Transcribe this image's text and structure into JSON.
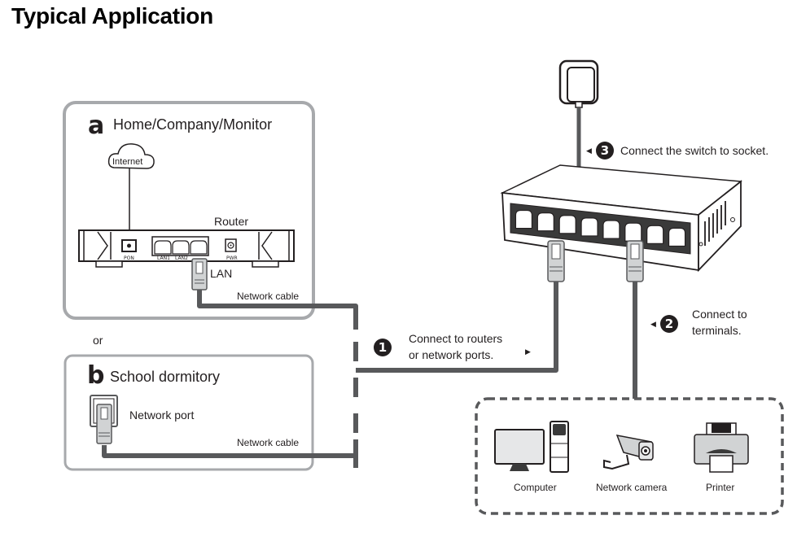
{
  "title": "Typical Application",
  "scenario_a": {
    "letter": "a",
    "label": "Home/Company/Monitor",
    "internet_label": "Internet",
    "router_label": "Router",
    "router_ports": [
      "PON",
      "LAN1",
      "LAN2",
      "PWR"
    ],
    "lan_label": "LAN",
    "cable_label": "Network cable"
  },
  "or_label": "or",
  "scenario_b": {
    "letter": "b",
    "label": "School dormitory",
    "port_label": "Network port",
    "cable_label": "Network cable"
  },
  "steps": [
    {
      "number": "1",
      "text_line1": "Connect to routers",
      "text_line2": "or network ports.",
      "arrow": "right"
    },
    {
      "number": "2",
      "text_line1": "Connect to",
      "text_line2": "terminals.",
      "arrow": "left"
    },
    {
      "number": "3",
      "text_line1": "Connect the switch to socket.",
      "text_line2": "",
      "arrow": "left"
    }
  ],
  "switch": {
    "port_count": 8
  },
  "terminals": [
    {
      "label": "Computer",
      "icon": "computer-icon"
    },
    {
      "label": "Network camera",
      "icon": "camera-icon"
    },
    {
      "label": "Printer",
      "icon": "printer-icon"
    }
  ],
  "colors": {
    "cable": "#58595b",
    "box_border": "#a7a9ac",
    "ink": "#231f20"
  }
}
